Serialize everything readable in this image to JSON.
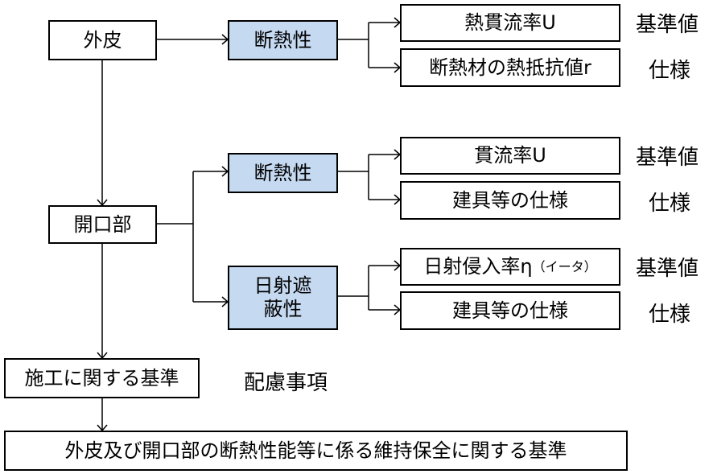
{
  "nodes": {
    "gaihi": "外皮",
    "kaikoubu": "開口部",
    "sekou": "施工に関する基準",
    "bottom": "外皮及び開口部の断熱性能等に係る維持保全に関する基準",
    "dannetsu1": "断熱性",
    "dannetsu2": "断熱性",
    "nissha_line1": "日射遮",
    "nissha_line2": "蔽性",
    "netsukan": "熱貫流率U",
    "dannetsuzai": "断熱材の熱抵抗値r",
    "kanryu": "貫流率U",
    "tategu1": "建具等の仕様",
    "nissha_shinyu": "日射侵入率η",
    "nissha_paren": "（イータ）",
    "tategu2": "建具等の仕様"
  },
  "labels": {
    "kijun1": "基準値",
    "shiyou1": "仕様",
    "kijun2": "基準値",
    "shiyou2": "仕様",
    "kijun3": "基準値",
    "shiyou3": "仕様",
    "hairyo": "配慮事項"
  },
  "colors": {
    "highlight_box": "#c5d9f1",
    "stroke": "#000000"
  }
}
